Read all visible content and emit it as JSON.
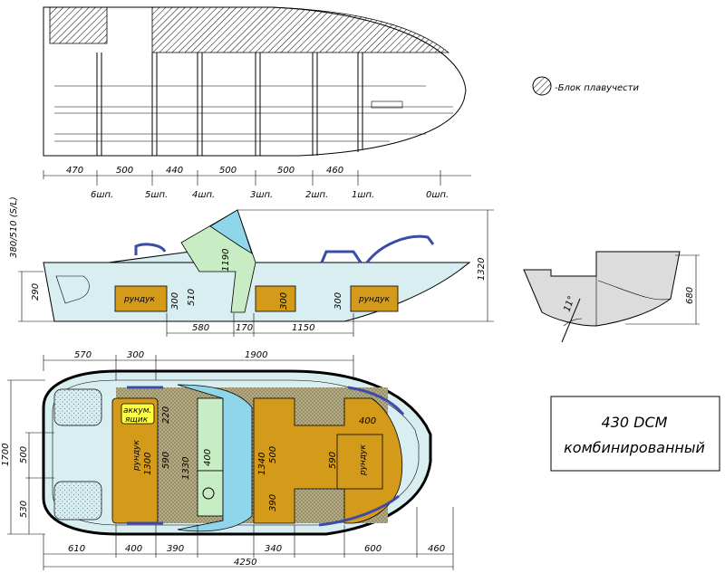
{
  "legend": {
    "label": "-Блок плавучести"
  },
  "title_box": {
    "line1": "430 DCM",
    "line2": "комбинированный"
  },
  "top_view": {
    "dims": [
      "470",
      "500",
      "440",
      "500",
      "500",
      "460"
    ],
    "frames": [
      "6шп.",
      "5шп.",
      "4шп.",
      "3шп.",
      "2шп.",
      "1шп.",
      "0шп."
    ]
  },
  "side_view": {
    "height_label": "380/510 (S/L)",
    "dims": {
      "transom": "290",
      "seat_h": "510",
      "console_h": "1190",
      "chest1_h": "300",
      "chest2_h": "300",
      "chest3_h": "300",
      "total_h": "1320",
      "d580": "580",
      "d170": "170",
      "d1150": "1150"
    },
    "labels": {
      "chest1": "рундук",
      "chest2": "рундук"
    }
  },
  "section_view": {
    "angle": "11°",
    "height": "680"
  },
  "plan_view": {
    "top_dims": {
      "d570": "570",
      "d300": "300",
      "d1900": "1900"
    },
    "left_dims": {
      "total": "1700",
      "d500": "500",
      "d530": "530"
    },
    "bottom_dims": {
      "d610": "610",
      "d400": "400",
      "d390": "390",
      "d340": "340",
      "d600": "600",
      "d460": "460",
      "length": "4250"
    },
    "inner_dims": {
      "d220": "220",
      "d590a": "590",
      "d1300": "1300",
      "d1330": "1330",
      "d400a": "400",
      "d1340": "1340",
      "d500": "500",
      "d390": "390",
      "d590b": "590",
      "d400b": "400"
    },
    "labels": {
      "battery1": "аккум.",
      "battery2": "ящик",
      "chest_left": "рундук",
      "chest_right": "рундук"
    }
  },
  "colors": {
    "hull_fill": "#d9eef0",
    "chest_fill": "#d49a1a",
    "console_green": "#c8ecc4",
    "windshield_blue": "#8fd6ea",
    "deck_fill": "#b6ad84",
    "section_fill": "#dcdcdc",
    "battery_fill": "#ffff44",
    "rail_blue": "#3c4ba8"
  }
}
